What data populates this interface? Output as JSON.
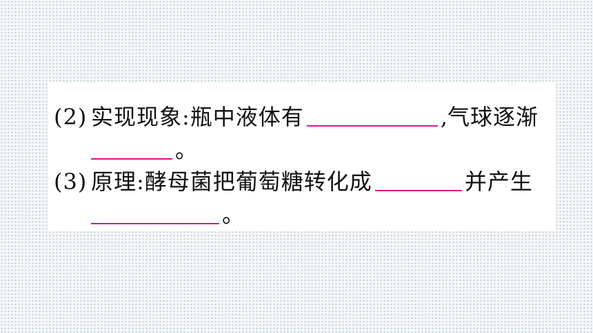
{
  "questions": [
    {
      "number": "(2)",
      "label": "实现现象:",
      "text_before": "瓶中液体有",
      "comma": ",",
      "text_after": "气球逐渐",
      "end_punct": "。"
    },
    {
      "number": "(3)",
      "label": "原理:",
      "text_before": "酵母菌把葡萄糖转化成",
      "text_after": "并产生",
      "end_punct": "。"
    }
  ],
  "colors": {
    "blank_underline": "#e0118a",
    "text": "#111111",
    "background_dots": "#b9c6cc",
    "card": "#ffffff"
  }
}
